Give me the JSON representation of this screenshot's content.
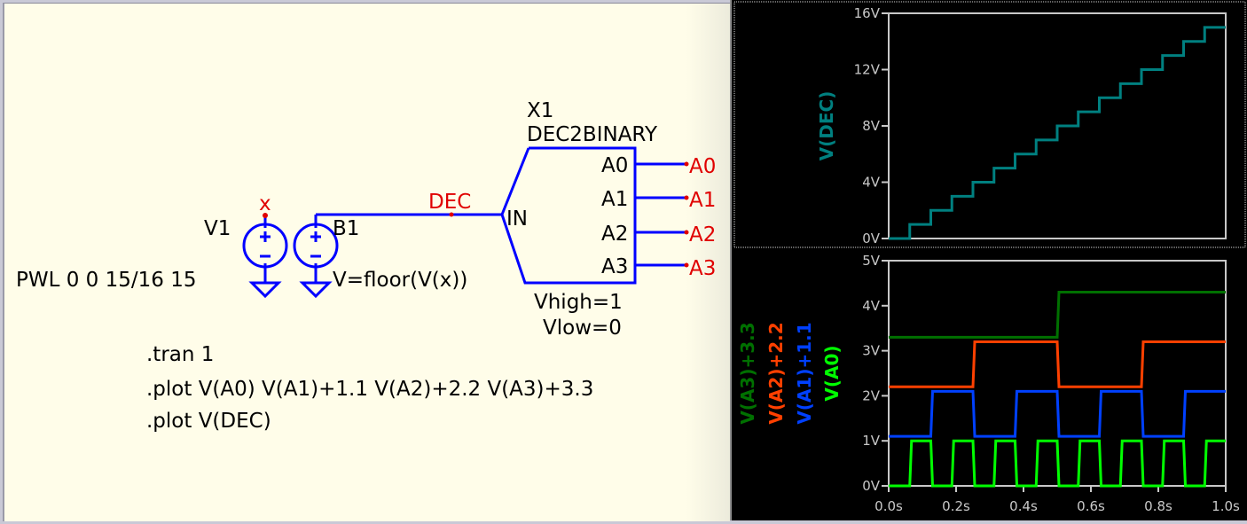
{
  "schematic": {
    "sources": {
      "v1": {
        "name": "V1",
        "value": "PWL 0 0 15/16 15"
      },
      "b1": {
        "name": "B1",
        "value": "V=floor(V(x))"
      }
    },
    "subcircuit": {
      "instance": "X1",
      "model": "DEC2BINARY",
      "input_pin": "IN",
      "output_pins": [
        "A0",
        "A1",
        "A2",
        "A3"
      ],
      "params": [
        "Vhigh=1",
        "Vlow=0"
      ]
    },
    "net_labels": {
      "x": "x",
      "dec": "DEC",
      "outputs": [
        "A0",
        "A1",
        "A2",
        "A3"
      ]
    },
    "directives": [
      ".tran 1",
      ".plot V(A0) V(A1)+1.1 V(A2)+2.2 V(A3)+3.3",
      ".plot V(DEC)"
    ],
    "colors": {
      "wire": "#0000ff",
      "net_label": "#e00000",
      "background": "#fffde9"
    }
  },
  "chart_data": [
    {
      "type": "line",
      "title": "",
      "xlabel": "",
      "ylabel": "",
      "legend": [
        "V(DEC)"
      ],
      "legend_position": "left",
      "xlim": [
        0,
        1.0
      ],
      "ylim": [
        0,
        16
      ],
      "x_ticks": [
        "0.0s",
        "0.2s",
        "0.4s",
        "0.6s",
        "0.8s",
        "1.0s"
      ],
      "y_ticks": [
        "0V",
        "4V",
        "8V",
        "12V",
        "16V"
      ],
      "y_tick_values": [
        0,
        4,
        8,
        12,
        16
      ],
      "grid": false,
      "series": [
        {
          "name": "V(DEC)",
          "color": "#008080",
          "step": true,
          "x": [
            0,
            0.0625,
            0.125,
            0.1875,
            0.25,
            0.3125,
            0.375,
            0.4375,
            0.5,
            0.5625,
            0.625,
            0.6875,
            0.75,
            0.8125,
            0.875,
            0.9375,
            1.0
          ],
          "y": [
            0,
            1,
            2,
            3,
            4,
            5,
            6,
            7,
            8,
            9,
            10,
            11,
            12,
            13,
            14,
            15,
            15
          ]
        }
      ]
    },
    {
      "type": "line",
      "title": "",
      "xlabel": "",
      "ylabel": "",
      "legend": [
        "V(A3)+3.3",
        "V(A2)+2.2",
        "V(A1)+1.1",
        "V(A0)"
      ],
      "legend_position": "left",
      "xlim": [
        0,
        1.0
      ],
      "ylim": [
        0,
        5
      ],
      "x_ticks": [
        "0.0s",
        "0.2s",
        "0.4s",
        "0.6s",
        "0.8s",
        "1.0s"
      ],
      "x_tick_values": [
        0,
        0.2,
        0.4,
        0.6,
        0.8,
        1.0
      ],
      "y_ticks": [
        "0V",
        "1V",
        "2V",
        "3V",
        "4V",
        "5V"
      ],
      "y_tick_values": [
        0,
        1,
        2,
        3,
        4,
        5
      ],
      "grid": false,
      "series": [
        {
          "name": "V(A3)+3.3",
          "color": "#007000",
          "offset": 3.3,
          "bit": 3
        },
        {
          "name": "V(A2)+2.2",
          "color": "#ff4000",
          "offset": 2.2,
          "bit": 2
        },
        {
          "name": "V(A1)+1.1",
          "color": "#0040ff",
          "offset": 1.1,
          "bit": 1
        },
        {
          "name": "V(A0)",
          "color": "#00ff00",
          "offset": 0,
          "bit": 0
        }
      ],
      "step_period_s": 0.0625
    }
  ]
}
